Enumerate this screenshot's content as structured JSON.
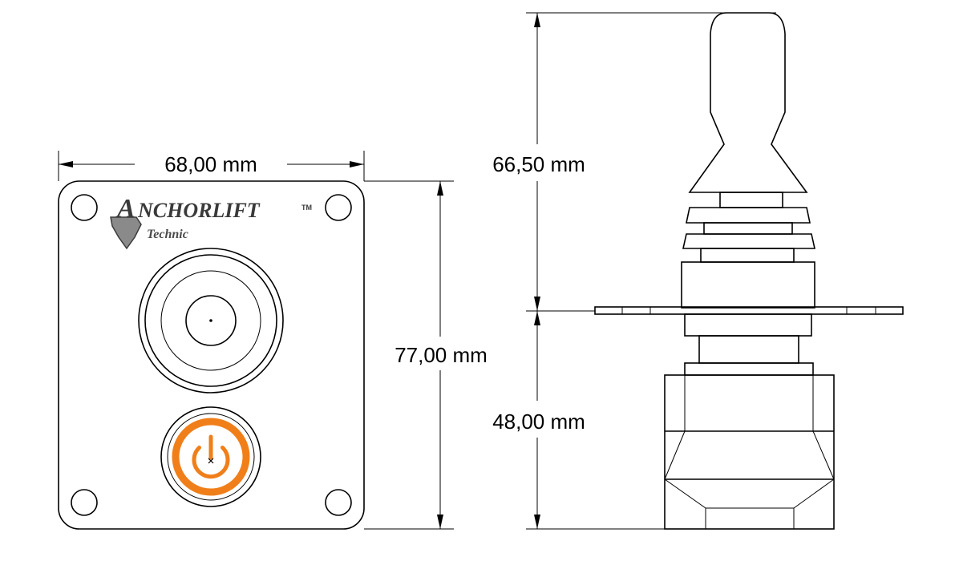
{
  "dimensions": {
    "plate_width": "68,00 mm",
    "plate_height": "77,00 mm",
    "upper_height": "66,50 mm",
    "lower_height": "48,00 mm"
  },
  "logo": {
    "brand_initial": "A",
    "brand_rest": "NCHORLIFT",
    "trademark": "TM",
    "sub": "Technic"
  },
  "colors": {
    "outline": "#000000",
    "power_ring": "#f07f1a",
    "logo_gray": "#3a3a3a"
  },
  "icons": [
    "power-icon"
  ]
}
